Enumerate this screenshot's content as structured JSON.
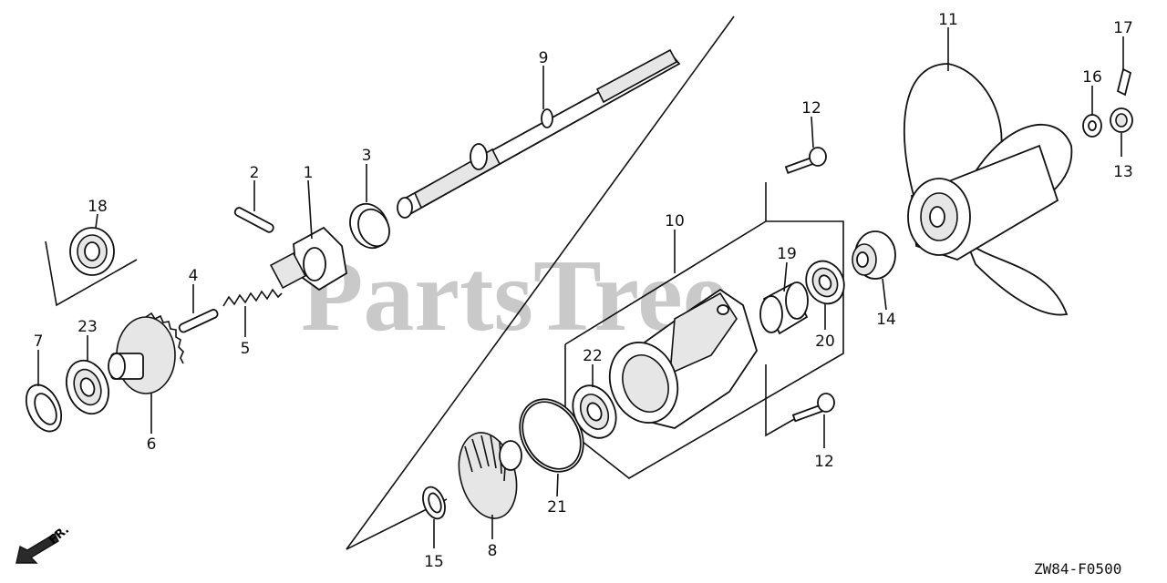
{
  "watermark": "PartsTree",
  "diagram_code": "ZW84-F0500",
  "direction_label": "FR.",
  "callouts": [
    {
      "id": "c1",
      "text": "1"
    },
    {
      "id": "c2",
      "text": "2"
    },
    {
      "id": "c3",
      "text": "3"
    },
    {
      "id": "c4",
      "text": "4"
    },
    {
      "id": "c5",
      "text": "5"
    },
    {
      "id": "c6",
      "text": "6"
    },
    {
      "id": "c7",
      "text": "7"
    },
    {
      "id": "c8",
      "text": "8"
    },
    {
      "id": "c9",
      "text": "9"
    },
    {
      "id": "c10",
      "text": "10"
    },
    {
      "id": "c11",
      "text": "11"
    },
    {
      "id": "c12a",
      "text": "12"
    },
    {
      "id": "c12b",
      "text": "12"
    },
    {
      "id": "c13",
      "text": "13"
    },
    {
      "id": "c14",
      "text": "14"
    },
    {
      "id": "c15",
      "text": "15"
    },
    {
      "id": "c16",
      "text": "16"
    },
    {
      "id": "c17",
      "text": "17"
    },
    {
      "id": "c18",
      "text": "18"
    },
    {
      "id": "c19",
      "text": "19"
    },
    {
      "id": "c20",
      "text": "20"
    },
    {
      "id": "c21",
      "text": "21"
    },
    {
      "id": "c22",
      "text": "22"
    },
    {
      "id": "c23",
      "text": "23"
    }
  ]
}
